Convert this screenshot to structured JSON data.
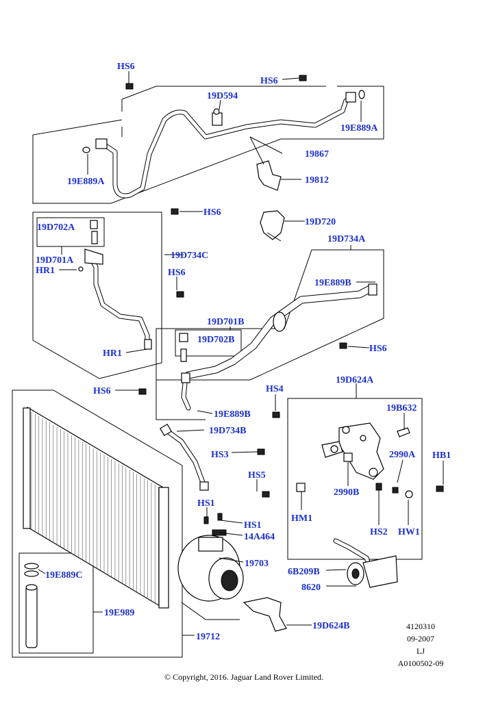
{
  "labels": {
    "hs6_top": "HS6",
    "hs6_top2": "HS6",
    "c19d594": "19D594",
    "c19e889a_r": "19E889A",
    "c19867": "19867",
    "c19e889a_l": "19E889A",
    "c19812": "19812",
    "hs6_mid": "HS6",
    "c19d702a": "19D702A",
    "c19d701a": "19D701A",
    "hr1_a": "HR1",
    "c19d734c": "19D734C",
    "hs6_c": "HS6",
    "hr1_b": "HR1",
    "c19d720": "19D720",
    "c19d734a": "19D734A",
    "c19e889b_r": "19E889B",
    "c19d701b": "19D701B",
    "c19d702b": "19D702B",
    "hs6_r": "HS6",
    "hs6_l": "HS6",
    "c19e889b_b": "19E889B",
    "c19d734b": "19D734B",
    "hs4": "HS4",
    "c19d624a": "19D624A",
    "c19b632": "19B632",
    "hs3": "HS3",
    "c2990a": "2990A",
    "hb1": "HB1",
    "hs5": "HS5",
    "c2990b": "2990B",
    "hm1": "HM1",
    "hs1_a": "HS1",
    "hs1_b": "HS1",
    "c14a464": "14A464",
    "hs2": "HS2",
    "hw1": "HW1",
    "c19703": "19703",
    "c6b209b": "6B209B",
    "c8620": "8620",
    "c19e889c": "19E889C",
    "c19e989": "19E989",
    "c19d624b": "19D624B",
    "c19712": "19712"
  },
  "meta": {
    "number": "4120310",
    "date": "09-2007",
    "initials": "LJ",
    "ref": "A0100502-09"
  },
  "copyright": "© Copyright, 2016. Jaguar Land Rover Limited."
}
